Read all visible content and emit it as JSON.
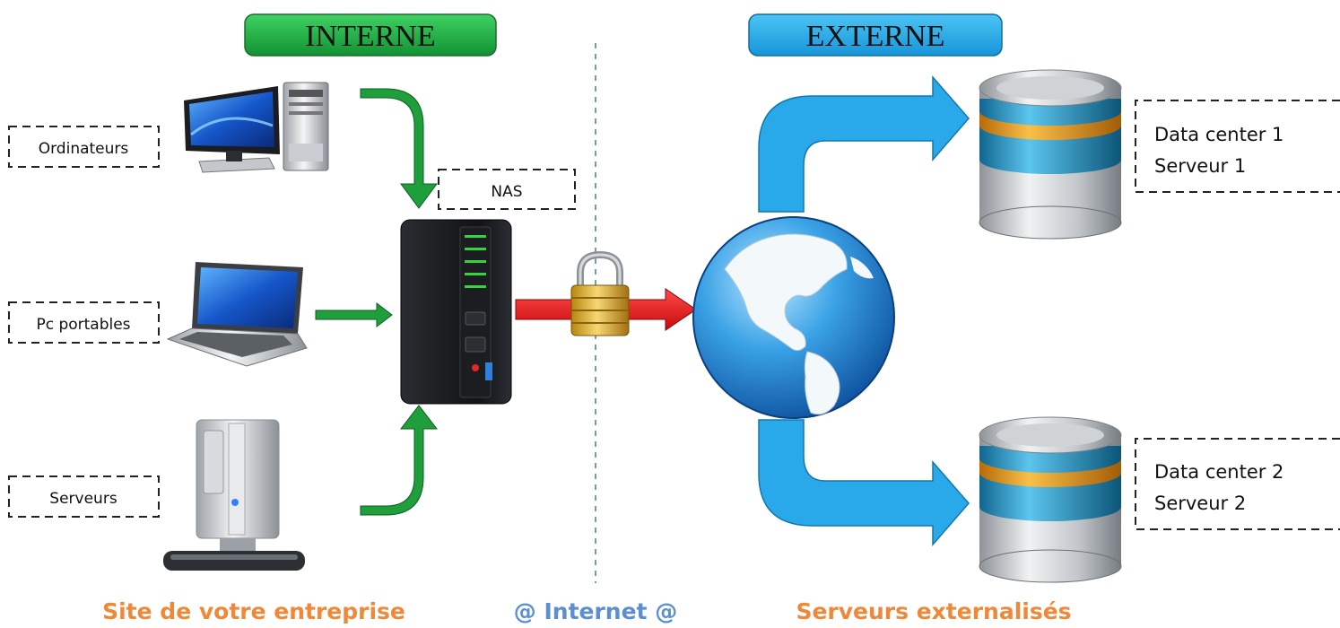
{
  "header": {
    "internal_label": "INTERNE",
    "external_label": "EXTERNE"
  },
  "devices": {
    "computers_label": "Ordinateurs",
    "laptops_label": "Pc portables",
    "servers_label": "Serveurs",
    "nas_label": "NAS"
  },
  "datacenters": [
    {
      "line1": "Data center 1",
      "line2": "Serveur 1"
    },
    {
      "line1": "Data center 2",
      "line2": "Serveur 2"
    }
  ],
  "footer": {
    "left": "Site de votre entreprise",
    "center": "@ Internet @",
    "right": "Serveurs externalisés"
  },
  "colors": {
    "internal_header": "#1aa63c",
    "external_header": "#1aa6e8",
    "green_arrow": "#1f9e3c",
    "red_arrow": "#e01414",
    "blue_arrow": "#2aa9ea",
    "footer_left": "#f0883a",
    "footer_center": "#5b8fd0",
    "footer_right": "#f0883a"
  },
  "icons": [
    "desktop-computer-icon",
    "laptop-icon",
    "tower-server-icon",
    "nas-device-icon",
    "padlock-icon",
    "globe-icon",
    "database-icon"
  ]
}
